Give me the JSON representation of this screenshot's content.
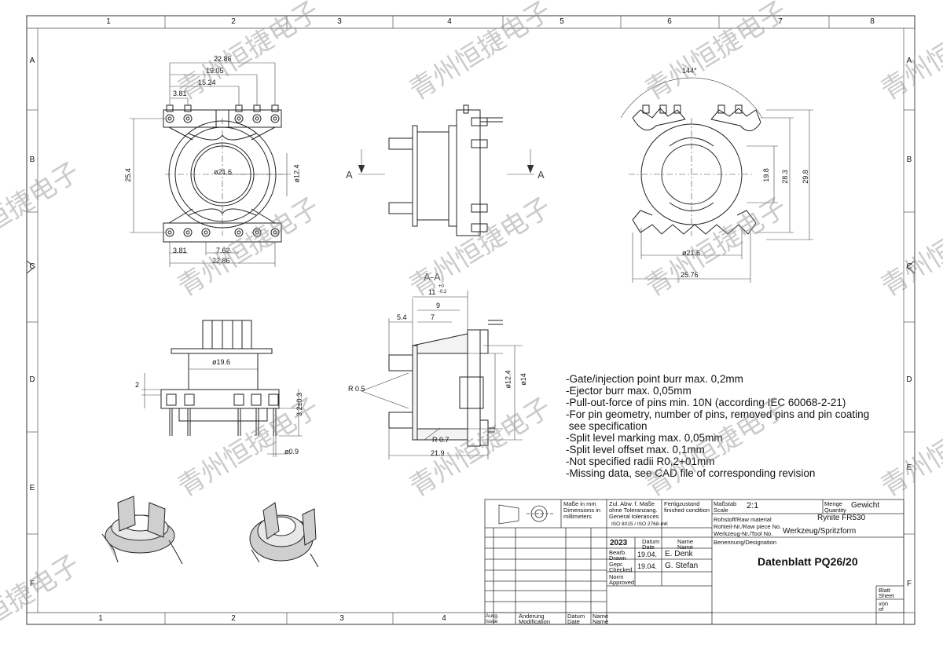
{
  "frame": {
    "columns": [
      "1",
      "2",
      "3",
      "4",
      "5",
      "6",
      "7",
      "8"
    ],
    "rows": [
      "A",
      "B",
      "C",
      "D",
      "E",
      "F"
    ]
  },
  "dimensions": {
    "top_view": [
      "22.86",
      "19.05",
      "15.24",
      "3.81",
      "25.4",
      "ø21.6",
      "ø12.4",
      "3.81",
      "7.62",
      "22.86"
    ],
    "right_view": [
      "144°",
      "19.8",
      "28.3",
      "29.8",
      "ø21.6",
      "25.76"
    ],
    "side_view": [
      "A",
      "A"
    ],
    "front_view": [
      "ø19.6",
      "2",
      "3.2±0.3",
      "ø0.9"
    ],
    "section": [
      "A-A",
      "11",
      "+0",
      "-0.2",
      "9",
      "7",
      "5.4",
      "R 0.5",
      "ø12.4",
      "ø14",
      "R 0.7",
      "21.9"
    ]
  },
  "notes": [
    "-Gate/injection point burr max. 0,2mm",
    "-Ejector burr max. 0,05mm",
    "-Pull-out-force of pins min. 10N (according IEC 60068-2-21)",
    "-For pin geometry, number of pins, removed pins and pin coating",
    " see specification",
    "-Split level marking max. 0,05mm",
    "-Split level offset max. 0,1mm",
    "-Not specified radii R0,2+01mm",
    "-Missing data, see CAD file of corresponding revision"
  ],
  "title_block": {
    "units_de": "Maße in mm",
    "units_en": "Dimensions in",
    "units_en2": "millimeters",
    "tol_de": "Zul. Abw. f. Maße",
    "tol_de2": "ohne Toleranzang.",
    "tol_en": "General tolerances",
    "tol_std": "ISO 8015 / ISO 2768-mK",
    "surface_de": "Fertigzustand",
    "surface_en": "finished condition",
    "scale_label_de": "Maßstab",
    "scale_label_en": "Scale",
    "scale": "2:1",
    "qty_de": "Menge",
    "qty_en": "Quantity",
    "weight": "Gewicht",
    "material_label": "Rohstoff/Raw material",
    "material": "Rynite FR530",
    "piece_label": "Rohteil-Nr./Raw piece No.",
    "tool_label": "Werkzeug-Nr./Tool No.",
    "tool": "Werkzeug/Spritzform",
    "year": "2023",
    "date_de": "Datum",
    "date_en": "Date",
    "name_de": "Name",
    "name_en": "Name",
    "drawn_de": "Bearb.",
    "drawn_en": "Drawn",
    "drawn_date": "19.04.",
    "drawn_name": "E. Denk",
    "checked_de": "Gepr.",
    "checked_en": "Checked",
    "checked_date": "19.04.",
    "checked_name": "G. Stefan",
    "approved_de": "Norm",
    "approved_en": "Approved",
    "designation_label": "Benennung/Designation",
    "designation": "Datenblatt PQ26/20",
    "sheet_de": "Blatt",
    "sheet_en": "Sheet",
    "of_de": "von",
    "of_en": "of",
    "rev_de": "Ausg.",
    "rev_en": "Issue",
    "change_de": "Änderung",
    "change_en": "Modification",
    "rev_date_de": "Datum",
    "rev_date_en": "Date",
    "rev_name_de": "Name",
    "rev_name_en": "Name"
  },
  "watermark": "青州恒捷电子"
}
